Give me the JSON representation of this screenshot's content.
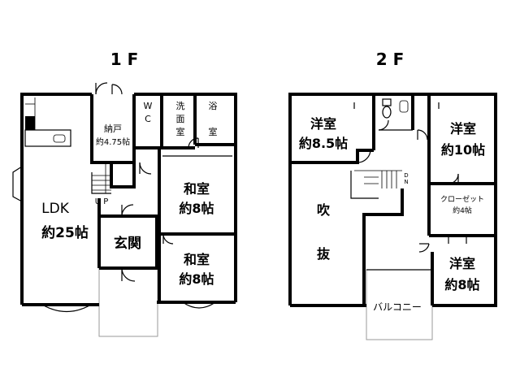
{
  "floors": [
    {
      "title": "1 F",
      "rooms": {
        "ldk": {
          "name": "LDK",
          "size": "約25帖"
        },
        "storage": {
          "name": "納戸",
          "size": "約4.75帖"
        },
        "wc": {
          "name": "W\nC"
        },
        "washroom": {
          "name": "洗\n面\n室"
        },
        "bath": {
          "name": "浴\n室"
        },
        "japanese_upper": {
          "name": "和室",
          "size": "約8帖"
        },
        "entrance": {
          "name": "玄関"
        },
        "japanese_lower": {
          "name": "和室",
          "size": "約8帖"
        }
      },
      "stair_label": "U P"
    },
    {
      "title": "2 F",
      "rooms": {
        "western_a": {
          "name": "洋室",
          "size": "約8.5帖"
        },
        "western_b": {
          "name": "洋室",
          "size": "約10帖"
        },
        "closet": {
          "name": "クローゼット",
          "size": "約4帖"
        },
        "atrium": {
          "name": "吹\n\n抜"
        },
        "western_c": {
          "name": "洋室",
          "size": "約8帖"
        },
        "balcony": {
          "name": "バルコニー"
        }
      },
      "stair_label": "D\nN"
    }
  ]
}
